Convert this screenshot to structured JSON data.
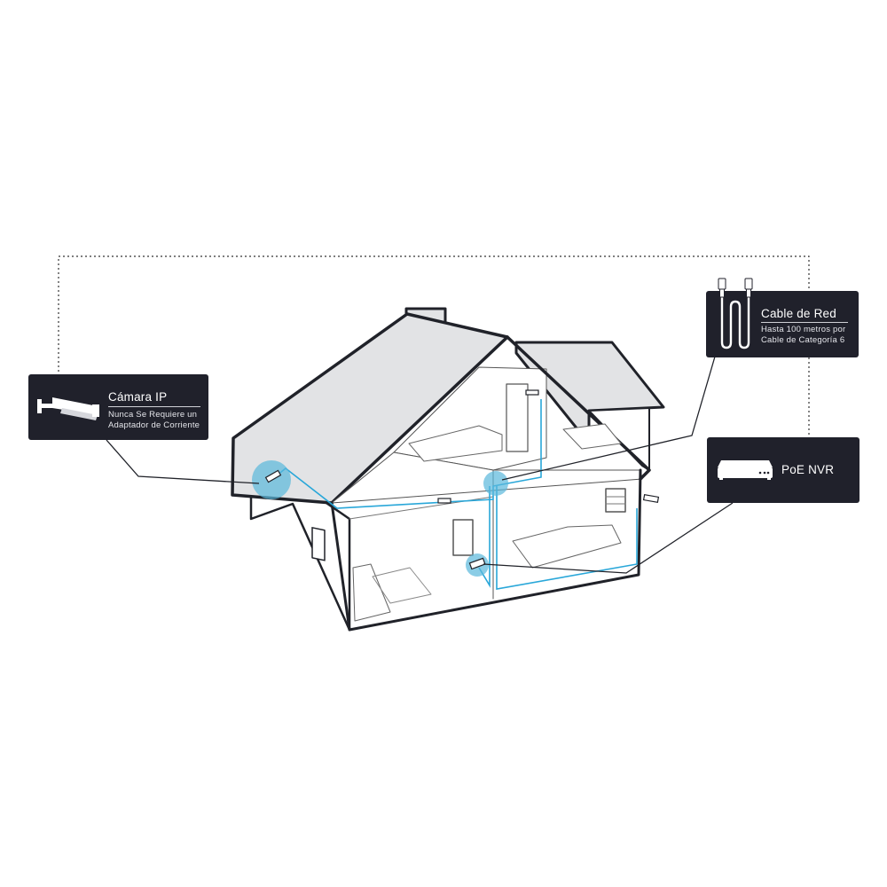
{
  "callouts": {
    "camera": {
      "title": "Cámara IP",
      "line1": "Nunca Se Requiere un",
      "line2": "Adaptador de Corriente",
      "icon": "bullet-camera-icon"
    },
    "cable": {
      "title": "Cable de Red",
      "line1": "Hasta 100 metros por",
      "line2": "Cable de Categoría 6",
      "icon": "ethernet-cable-icon"
    },
    "nvr": {
      "title": "PoE NVR",
      "icon": "nvr-device-icon"
    }
  },
  "colors": {
    "callout_bg": "#20212b",
    "cable_blue": "#29a7d9",
    "highlight": "#5ab8dc",
    "roof_fill": "#e2e3e5",
    "outline": "#202229"
  }
}
